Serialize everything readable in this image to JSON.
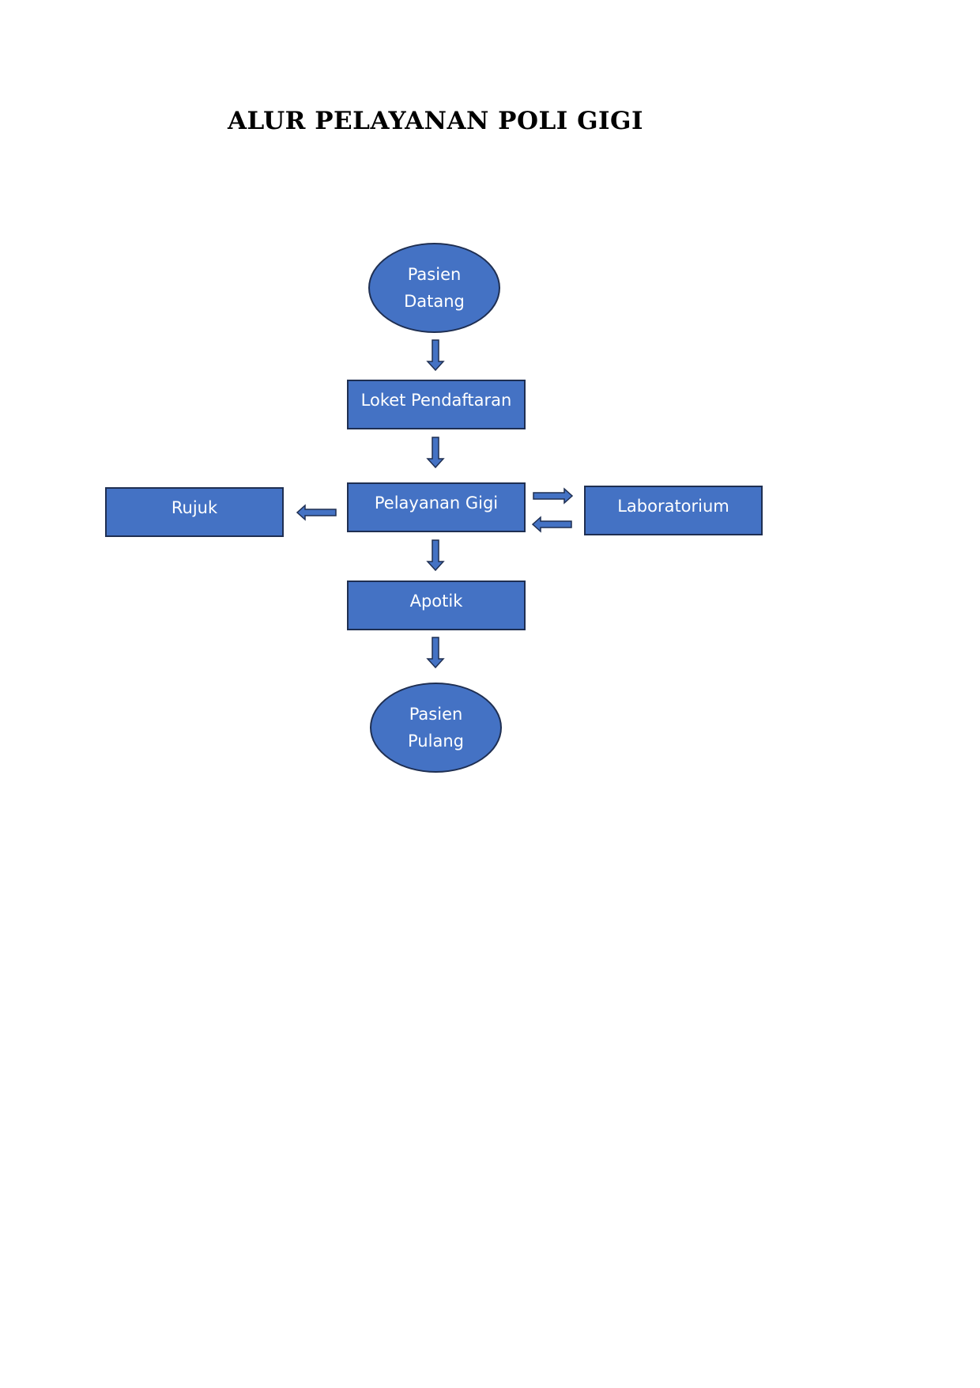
{
  "title": "ALUR PELAYANAN POLI GIGI",
  "colors": {
    "node_fill": "#4472c4",
    "node_border": "#1f2f52",
    "node_text": "#ffffff"
  },
  "nodes": {
    "start": {
      "line1": "Pasien",
      "line2": "Datang"
    },
    "registration": {
      "label": "Loket Pendaftaran"
    },
    "dental_service": {
      "label": "Pelayanan Gigi"
    },
    "referral": {
      "label": "Rujuk"
    },
    "laboratory": {
      "label": "Laboratorium"
    },
    "pharmacy": {
      "label": "Apotik"
    },
    "end": {
      "line1": "Pasien",
      "line2": "Pulang"
    }
  },
  "connections": [
    {
      "from": "start",
      "to": "registration"
    },
    {
      "from": "registration",
      "to": "dental_service"
    },
    {
      "from": "dental_service",
      "to": "referral"
    },
    {
      "from": "dental_service",
      "to": "laboratory"
    },
    {
      "from": "laboratory",
      "to": "dental_service"
    },
    {
      "from": "dental_service",
      "to": "pharmacy"
    },
    {
      "from": "pharmacy",
      "to": "end"
    }
  ]
}
